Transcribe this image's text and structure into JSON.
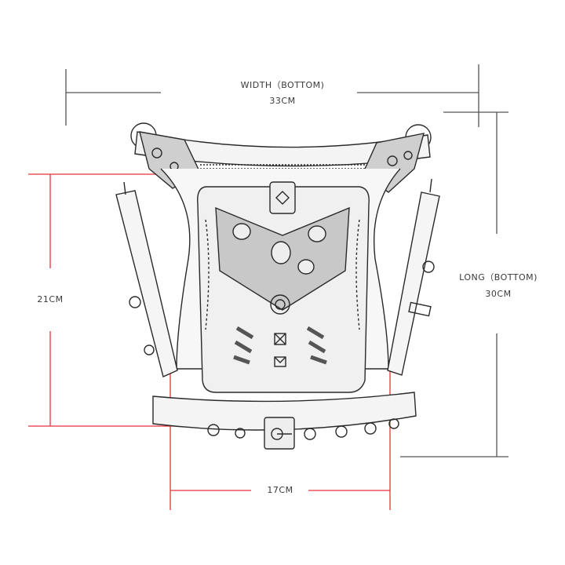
{
  "image": {
    "subject": "steampunk leg/waist bag line drawing with dimension annotations",
    "style": "black-and-white pencil sketch"
  },
  "dimensions": {
    "width_bottom": {
      "label": "WIDTH（BOTTOM)",
      "value": "33CM"
    },
    "long_bottom": {
      "label": "LONG（BOTTOM)",
      "value": "30CM"
    },
    "height": {
      "value": "21CM"
    },
    "bottom_span": {
      "value": "17CM"
    }
  },
  "colors": {
    "background": "#ffffff",
    "grey_lines": "#555555",
    "red_lines": "#e8323a",
    "sketch": "#2a2a2a",
    "text": "#3a3a3a"
  }
}
